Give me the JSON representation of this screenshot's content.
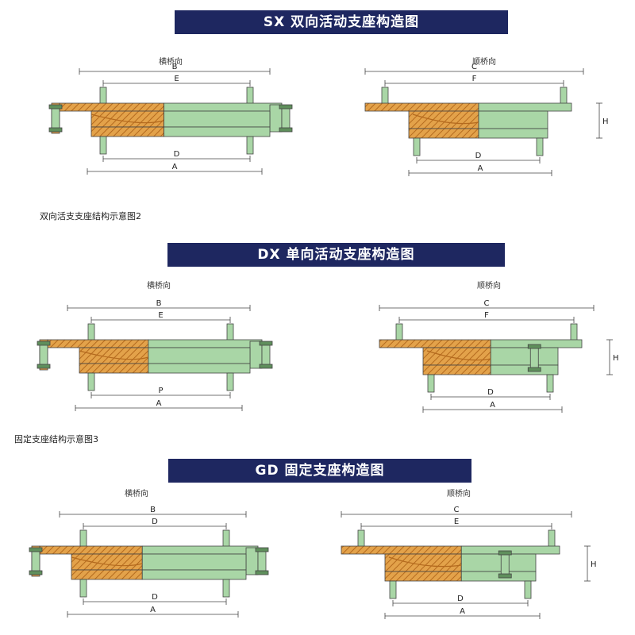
{
  "sections": [
    {
      "title": "SX 双向活动支座构造图",
      "left": {
        "view": "横桥向",
        "dims": {
          "top1": "B",
          "top2": "E",
          "bottom1": "D",
          "bottom2": "A"
        }
      },
      "right": {
        "view": "顺桥向",
        "dims": {
          "top1": "C",
          "top2": "F",
          "bottom1": "D",
          "bottom2": "A",
          "side": "H"
        }
      },
      "caption": "双向活支支座结构示意图2"
    },
    {
      "title": "DX 单向活动支座构造图",
      "left": {
        "view": "横桥向",
        "dims": {
          "top1": "B",
          "top2": "E",
          "bottom1": "P",
          "bottom2": "A"
        }
      },
      "right": {
        "view": "顺桥向",
        "dims": {
          "top1": "C",
          "top2": "F",
          "bottom1": "D",
          "bottom2": "A",
          "side": "H"
        }
      },
      "caption": "固定支座结构示意图3"
    },
    {
      "title": "GD 固定支座构造图",
      "left": {
        "view": "横桥向",
        "dims": {
          "top1": "B",
          "top2": "D",
          "bottom1": "D",
          "bottom2": "A"
        }
      },
      "right": {
        "view": "顺桥向",
        "dims": {
          "top1": "C",
          "top2": "E",
          "bottom1": "D",
          "bottom2": "A",
          "side": "H"
        }
      },
      "caption": ""
    }
  ],
  "colors": {
    "banner": "#1e2760",
    "orange": "#e3a24a",
    "orange_dark": "#b46a1e",
    "green": "#a9d6a6",
    "green_dark": "#5f8f5c",
    "line": "#444444"
  }
}
